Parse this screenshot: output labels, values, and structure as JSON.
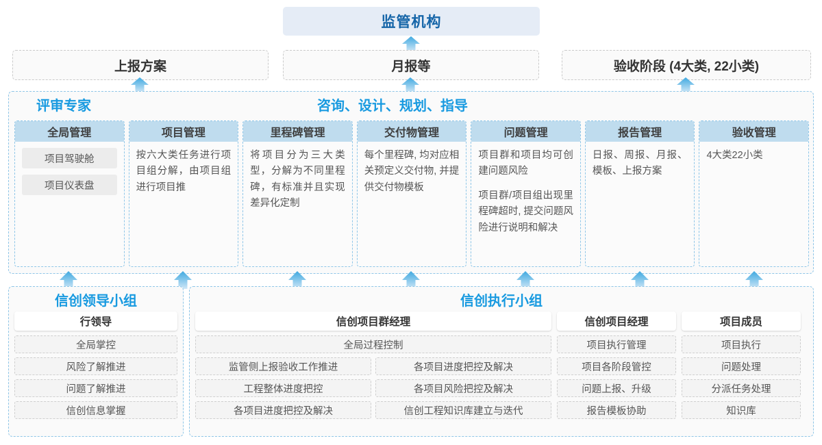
{
  "colors": {
    "accent_blue": "#189ae0",
    "title_blue": "#1565a8",
    "header_fill": "#bfdcee",
    "panel_border": "#8ec6e8",
    "regulator_fill": "#e5ecf6",
    "arrow_blue": "#3fa9e0"
  },
  "top": {
    "regulator": "监管机构"
  },
  "reports": [
    {
      "label": "上报方案"
    },
    {
      "label": "月报等"
    },
    {
      "label": "验收阶段 (4大类, 22小类)"
    }
  ],
  "middle": {
    "title_left": "评审专家",
    "title_right": "咨询、设计、规划、指导",
    "columns": [
      {
        "header": "全局管理",
        "chips": [
          "项目驾驶舱",
          "项目仪表盘"
        ],
        "paragraphs": []
      },
      {
        "header": "项目管理",
        "chips": [],
        "paragraphs": [
          "按六大类任务进行项目组分解，由项目组进行项目推"
        ]
      },
      {
        "header": "里程碑管理",
        "chips": [],
        "paragraphs": [
          "将项目分为三大类型，分解为不同里程碑，有标准并且实现差异化定制"
        ]
      },
      {
        "header": "交付物管理",
        "chips": [],
        "paragraphs": [
          "每个里程碑, 均对应相关预定义交付物, 并提供交付物模板"
        ]
      },
      {
        "header": "问题管理",
        "chips": [],
        "paragraphs": [
          "项目群和项目均可创建问题风险",
          "项目群/项目组出现里程碑超时, 提交问题风险进行说明和解决"
        ]
      },
      {
        "header": "报告管理",
        "chips": [],
        "paragraphs": [
          "日报、周报、月报、模板、上报方案"
        ]
      },
      {
        "header": "验收管理",
        "chips": [],
        "paragraphs": [
          "4大类22小类"
        ]
      }
    ]
  },
  "bottom": {
    "left_panel": {
      "title": "信创领导小组",
      "role_head": "行领导",
      "items": [
        "全局掌控",
        "风险了解推进",
        "问题了解推进",
        "信创信息掌握"
      ]
    },
    "right_panel": {
      "title": "信创执行小组",
      "program_manager": {
        "head": "信创项目群经理",
        "full_width_item": "全局过程控制",
        "left_items": [
          "监管侧上报验收工作推进",
          "工程整体进度把控",
          "各项目进度把控及解决"
        ],
        "right_items": [
          "各项目进度把控及解决",
          "各项目风险把控及解决",
          "信创工程知识库建立与迭代"
        ]
      },
      "project_manager": {
        "head": "信创项目经理",
        "items": [
          "项目执行管理",
          "项目各阶段管控",
          "问题上报、升级",
          "报告模板协助"
        ]
      },
      "project_member": {
        "head": "项目成员",
        "items": [
          "项目执行",
          "问题处理",
          "分派任务处理",
          "知识库"
        ]
      }
    }
  },
  "arrows": {
    "to_regulator_x": [
      600
    ],
    "report_band_x": [
      204,
      599,
      1001
    ],
    "bottom_band_x": [
      100,
      267,
      434,
      600,
      767,
      934,
      1101
    ]
  }
}
